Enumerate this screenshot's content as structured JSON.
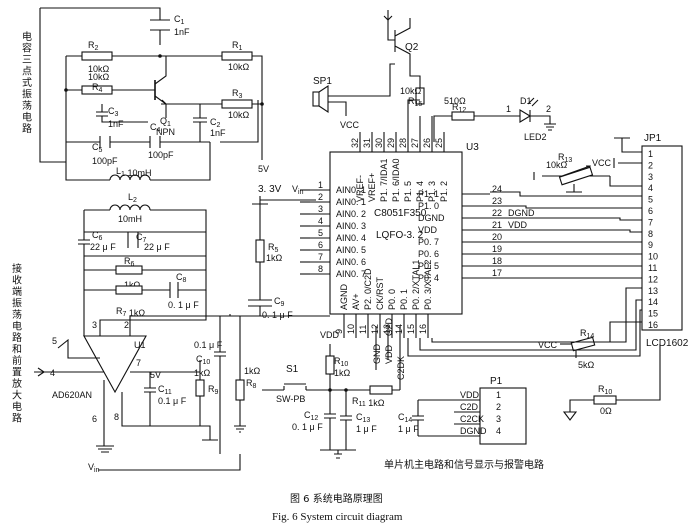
{
  "osc_section_label": [
    "电",
    "容",
    "三",
    "点",
    "式",
    "振",
    "荡",
    "电",
    "路"
  ],
  "rx_section_label": [
    "接",
    "收",
    "端",
    "振",
    "荡",
    "电",
    "路",
    "和",
    "前",
    "置",
    "放",
    "大",
    "电",
    "路"
  ],
  "main_section_label": "单片机主电路和信号显示与报警电路",
  "caption_cn": "图 6   系统电路原理图",
  "caption_en": "Fig. 6   System circuit diagram",
  "components": {
    "c1": {
      "ref": "C",
      "sub": "1",
      "value": "1nF"
    },
    "r1": {
      "ref": "R",
      "sub": "1",
      "value": "10kΩ"
    },
    "r2": {
      "ref": "R",
      "sub": "2",
      "value": "10kΩ"
    },
    "r3": {
      "ref": "R",
      "sub": "3",
      "value": "10kΩ"
    },
    "r4": {
      "ref": "R",
      "sub": "4",
      "value": "10kΩ"
    },
    "q1": {
      "ref": "Q",
      "sub": "1",
      "value": "NPN"
    },
    "c2": {
      "ref": "C",
      "sub": "2",
      "value": "1nF"
    },
    "c3": {
      "ref": "C",
      "sub": "3",
      "value": "1nF"
    },
    "c4": {
      "ref": "C",
      "sub": "4",
      "value": "100pF"
    },
    "c5": {
      "ref": "C",
      "sub": "5",
      "value": "100pF"
    },
    "l1": {
      "ref": "L",
      "sub": "1",
      "value": "10mH"
    },
    "v5": "5V",
    "q2": "Q2",
    "sp1": "SP1",
    "vcc_sp": "VCC",
    "r15": {
      "ref": "R",
      "sub": "15",
      "value": "10kΩ"
    },
    "r12": {
      "ref": "R",
      "sub": "12",
      "value": "510Ω"
    },
    "d1": "D1",
    "led2": "LED2",
    "d1_pin1": "1",
    "d1_pin2": "2",
    "v33": "3. 3V",
    "l2": {
      "ref": "L",
      "sub": "2",
      "value": "10mH"
    },
    "c6": {
      "ref": "C",
      "sub": "6",
      "value": "22 μ F"
    },
    "c7": {
      "ref": "C",
      "sub": "7",
      "value": "22 μ F"
    },
    "r6": {
      "ref": "R",
      "sub": "6",
      "value": "1kΩ"
    },
    "c8": {
      "ref": "C",
      "sub": "8",
      "value": "0. 1 μ F"
    },
    "r7": {
      "ref": "R",
      "sub": "7",
      "value": "1kΩ"
    },
    "r5": {
      "ref": "R",
      "sub": "5",
      "value": "1kΩ"
    },
    "c9": {
      "ref": "C",
      "sub": "9",
      "value": "0. 1 μ F"
    },
    "u1": "U1",
    "ad620": "AD620AN",
    "pin5": "5",
    "pin4": "4",
    "pin7": "7",
    "pin6": "6",
    "pin8": "8",
    "pin3": "3",
    "pin2": "2",
    "v5b": "5V",
    "c11": {
      "ref": "C",
      "sub": "11",
      "value": "0.1 μ F"
    },
    "r9": {
      "ref": "R",
      "sub": "9",
      "value": "1kΩ"
    },
    "c10": {
      "ref": "C",
      "sub": "10",
      "value": "0.1 μ F"
    },
    "r8": {
      "ref": "R",
      "sub": "8",
      "value": "1kΩ"
    },
    "vin_top": {
      "ref": "V",
      "sub": "in"
    },
    "vin_bottom": {
      "ref": "V",
      "sub": "in"
    },
    "vdd_r10": "VDD",
    "r10a": {
      "ref": "R",
      "sub": "10",
      "value": "1kΩ"
    },
    "s1": "S1",
    "swpb": "SW-PB",
    "r11": {
      "ref": "R",
      "sub": "11",
      "value": "1kΩ"
    },
    "c12": {
      "ref": "C",
      "sub": "12",
      "value": "0. 1 μ F"
    },
    "c13": {
      "ref": "C",
      "sub": "13",
      "value": "1 μ F"
    },
    "c14": {
      "ref": "C",
      "sub": "14",
      "value": "1 μ F"
    },
    "p1": "P1",
    "p1_rows": [
      {
        "name": "VDD",
        "num": "1"
      },
      {
        "name": "C2D",
        "num": "2"
      },
      {
        "name": "C2CK",
        "num": "3"
      },
      {
        "name": "DGND",
        "num": "4"
      }
    ],
    "r10b": {
      "ref": "R",
      "sub": "10",
      "value": "0Ω"
    },
    "jp1": "JP1",
    "lcd": "LCD1602",
    "vcc_jp": "VCC",
    "vcc_r14": "VCC",
    "r13": {
      "ref": "R",
      "sub": "13",
      "value": "10kΩ"
    },
    "r14": {
      "ref": "R",
      "sub": "14",
      "value": "5kΩ"
    },
    "jp_pins": [
      "1",
      "2",
      "3",
      "4",
      "5",
      "6",
      "7",
      "8",
      "9",
      "10",
      "11",
      "12",
      "13",
      "14",
      "15",
      "16"
    ]
  },
  "u3": {
    "ref": "U3",
    "name": "C8051F350",
    "package": "LQFO-3. 2",
    "left_pins": [
      {
        "num": "1",
        "name": "AIN0. 1"
      },
      {
        "num": "2",
        "name": "AIN0. 1"
      },
      {
        "num": "3",
        "name": "AIN0. 2"
      },
      {
        "num": "4",
        "name": "AIN0. 3"
      },
      {
        "num": "5",
        "name": "AIN0. 4"
      },
      {
        "num": "6",
        "name": "AIN0. 5"
      },
      {
        "num": "7",
        "name": "AIN0. 6"
      },
      {
        "num": "8",
        "name": "AIN0. 7"
      }
    ],
    "top_pins": [
      {
        "num": "32",
        "name": "VREF-"
      },
      {
        "num": "31",
        "name": "VREF+"
      },
      {
        "num": "30",
        "name": "P1. 7/IDA1"
      },
      {
        "num": "29",
        "name": "P1. 6/IDA0"
      },
      {
        "num": "28",
        "name": "P1. 5"
      },
      {
        "num": "27",
        "name": "P1. 4"
      },
      {
        "num": "26",
        "name": "P1. 3"
      },
      {
        "num": "25",
        "name": "P1. 2"
      }
    ],
    "right_pins": [
      {
        "num": "24",
        "name": "P1. 1"
      },
      {
        "num": "23",
        "name": "P1. 0"
      },
      {
        "num": "22",
        "name": "DGND",
        "net": "DGND"
      },
      {
        "num": "21",
        "name": "VDD",
        "net": "VDD"
      },
      {
        "num": "20",
        "name": "P0. 7"
      },
      {
        "num": "19",
        "name": "P0. 6"
      },
      {
        "num": "18",
        "name": "P0. 5"
      },
      {
        "num": "17",
        "name": "P0. 4"
      }
    ],
    "bottom_pins": [
      {
        "num": "9",
        "name": "AGND"
      },
      {
        "num": "10",
        "name": "AV+"
      },
      {
        "num": "11",
        "name": "P2. 0/C2D"
      },
      {
        "num": "12",
        "name": "CK/RST"
      },
      {
        "num": "13",
        "name": "P0. 0"
      },
      {
        "num": "14",
        "name": "P0. 1"
      },
      {
        "num": "15",
        "name": "P0. 2/XTAL1"
      },
      {
        "num": "16",
        "name": "P0. 3/XTAL2"
      }
    ],
    "bottom_nets": [
      "GND",
      "VDD",
      "C2D",
      "C2DK"
    ]
  }
}
